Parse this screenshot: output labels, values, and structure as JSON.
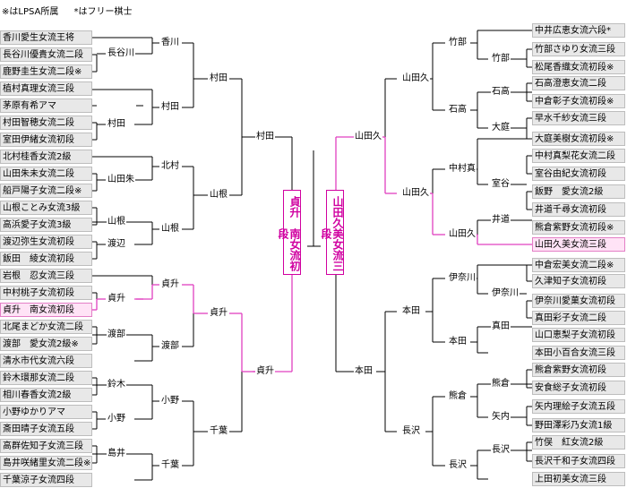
{
  "header": {
    "lpsa_note": "※はLPSA所属",
    "free_note": "*はフリー棋士"
  },
  "colors": {
    "winner_line": "#e040c0",
    "line": "#000000",
    "box_bg": "#e8e8e8",
    "winner_box_bg": "#ffe3f6"
  },
  "left_players": [
    "香川愛生女流王将",
    "長谷川優貴女流二段",
    "鹿野圭生女流二段※",
    "植村真理女流三段",
    "茅原有希アマ",
    "村田智穂女流二段",
    "室田伊緒女流初段",
    "北村桂香女流2級",
    "山田朱未女流二段",
    "船戸陽子女流二段※",
    "山根ことみ女流3級",
    "高浜愛子女流3級",
    "渡辺弥生女流初段",
    "飯田　綾女流初段",
    "岩根　忍女流三段",
    "中村桃子女流初段",
    "貞升　南女流初段",
    "北尾まどか女流二段",
    "渡部　愛女流2級※",
    "清水市代女流六段",
    "鈴木環那女流二段",
    "相川春香女流2級",
    "小野ゆかりアマ",
    "斎田晴子女流五段",
    "高群佐知子女流三段",
    "島井咲緒里女流二段※",
    "千葉涼子女流四段"
  ],
  "right_players": [
    "中井広恵女流六段*",
    "竹部さゆり女流三段",
    "松尾香織女流初段※",
    "石高澄恵女流二段",
    "中倉彰子女流初段※",
    "早水千紗女流三段",
    "大庭美樹女流初段※",
    "中村真梨花女流二段",
    "室谷由紀女流初段",
    "飯野　愛女流2級",
    "井道千尋女流初段",
    "熊倉紫野女流初段※",
    "山田久美女流三段",
    "中倉宏美女流二段※",
    "久津知子女流初段",
    "伊奈川愛菓女流初段",
    "真田彩子女流二段",
    "山口恵梨子女流初段",
    "本田小百合女流三段",
    "熊倉紫野女流初段",
    "安食総子女流初段",
    "矢内理絵子女流五段",
    "野田澤彩乃女流1級",
    "竹俣　紅女流2級",
    "長沢千和子女流四段",
    "上田初美女流三段"
  ],
  "left_r1": [
    "長谷川",
    "村田",
    "山田朱",
    "山根",
    "渡辺",
    "貞升",
    "渡部",
    "鈴木",
    "小野",
    "島井"
  ],
  "left_r2": [
    "香川",
    "村田",
    "北村",
    "山根",
    "貞升",
    "渡部",
    "小野",
    "千葉"
  ],
  "left_r3": [
    "村田",
    "山根",
    "貞升",
    "千葉"
  ],
  "left_r4": [
    "村田",
    "貞升"
  ],
  "right_r1": [
    "竹部",
    "石高",
    "大庭",
    "室谷",
    "井道",
    "伊奈川",
    "真田",
    "熊倉",
    "矢内",
    "長沢"
  ],
  "right_r2": [
    "竹部",
    "石高",
    "中村真",
    "山田久",
    "伊奈川",
    "本田",
    "熊倉",
    "長沢"
  ],
  "right_r3": [
    "山田久",
    "山田久",
    "本田",
    "長沢"
  ],
  "right_r4": [
    "山田久",
    "本田"
  ],
  "finalists": {
    "left": "貞升　南女流初段",
    "right": "山田久美女流三段"
  }
}
